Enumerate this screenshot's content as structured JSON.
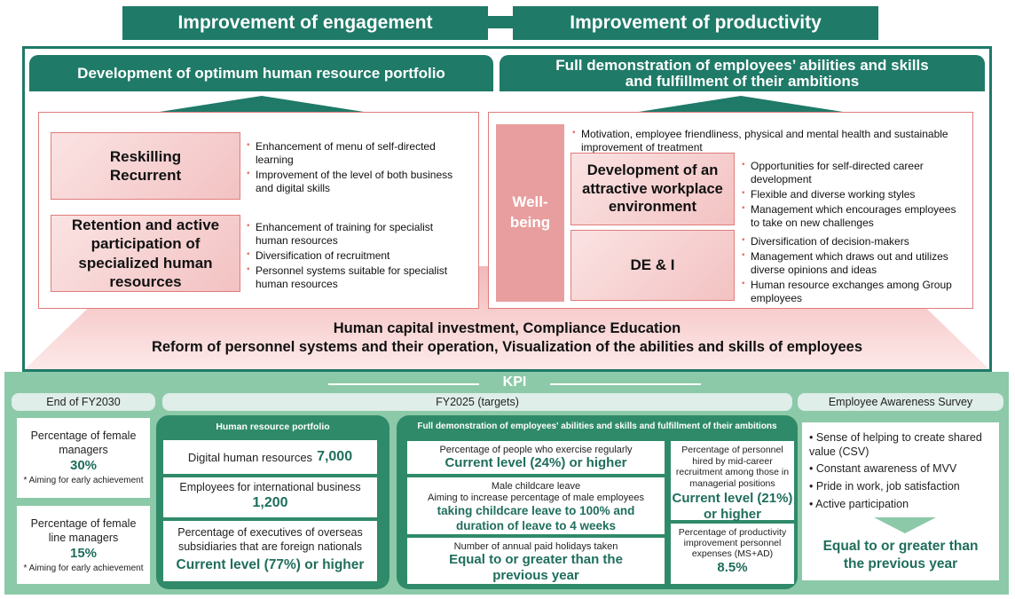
{
  "top": {
    "engagement": "Improvement of engagement",
    "productivity": "Improvement of productivity"
  },
  "left_header": "Development of optimum human resource portfolio",
  "right_header_line1": "Full demonstration of employees’ abilities and skills",
  "right_header_line2": "and fulfillment of their ambitions",
  "left": {
    "box1_line1": "Reskilling",
    "box1_line2": "Recurrent",
    "box1_bullets": [
      "Enhancement of menu of self-directed learning",
      "Improvement of the level of both business and digital skills"
    ],
    "box2": "Retention and active participation of specialized human resources",
    "box2_bullets": [
      "Enhancement of training for specialist human resources",
      "Diversification of recruitment",
      "Personnel systems suitable for specialist human resources"
    ]
  },
  "right": {
    "wellbeing_line1": "Well-",
    "wellbeing_line2": "being",
    "top_bullet": "Motivation, employee friendliness, physical and mental health and sustainable improvement of treatment",
    "box1": "Development of an attractive workplace environment",
    "box1_bullets": [
      "Opportunities for self-directed career development",
      "Flexible and diverse working styles",
      "Management which encourages employees to take on new challenges"
    ],
    "box2": "DE & I",
    "box2_bullets": [
      "Diversification of decision-makers",
      "Management which draws out and utilizes diverse opinions and ideas",
      "Human resource exchanges among Group employees"
    ]
  },
  "base": {
    "line1": "Human capital investment, Compliance Education",
    "line2": "Reform of personnel systems and their operation, Visualization of the abilities and skills of employees"
  },
  "kpi": {
    "title": "KPI",
    "fy2030": {
      "label": "End of FY2030",
      "c1_label": "Percentage of female managers",
      "c1_value": "30%",
      "c1_note": "* Aiming for early achievement",
      "c2_label": "Percentage of female line managers",
      "c2_value": "15%",
      "c2_note": "* Aiming for early achievement"
    },
    "fy2025_label": "FY2025 (targets)",
    "hrp": {
      "title": "Human resource portfolio",
      "c1_label": "Digital human resources",
      "c1_value": "7,000",
      "c2_label": "Employees for international business",
      "c2_value": "1,200",
      "c3_label": "Percentage of executives of overseas subsidiaries that are foreign nationals",
      "c3_value": "Current level (77%) or higher"
    },
    "fd": {
      "title": "Full demonstration of employees' abilities and skills and fulfillment of their ambitions",
      "c1_label": "Percentage of people who exercise regularly",
      "c1_value": "Current level (24%) or higher",
      "c2_label1": "Male childcare leave",
      "c2_label2": "Aiming to increase percentage of male employees",
      "c2_value": "taking childcare leave to 100% and duration of leave to 4 weeks",
      "c3_label": "Number of annual paid holidays taken",
      "c3_value": "Equal to or greater than the previous year",
      "c4_label": "Percentage of personnel hired by mid-career recruitment among those in managerial positions",
      "c4_value": "Current level (21%) or higher",
      "c5_label": "Percentage of productivity improvement personnel expenses (MS+AD)",
      "c5_value": "8.5%"
    },
    "eas": {
      "label": "Employee Awareness Survey",
      "bullets": [
        "Sense of helping to create shared value (CSV)",
        "Constant awareness of MVV",
        "Pride in work, job satisfaction",
        "Active participation"
      ],
      "value": "Equal to or greater than the previous year"
    }
  },
  "colors": {
    "teal": "#1f7a68",
    "pink": "#e07c7c",
    "kpi_green": "#8cc9a8"
  }
}
